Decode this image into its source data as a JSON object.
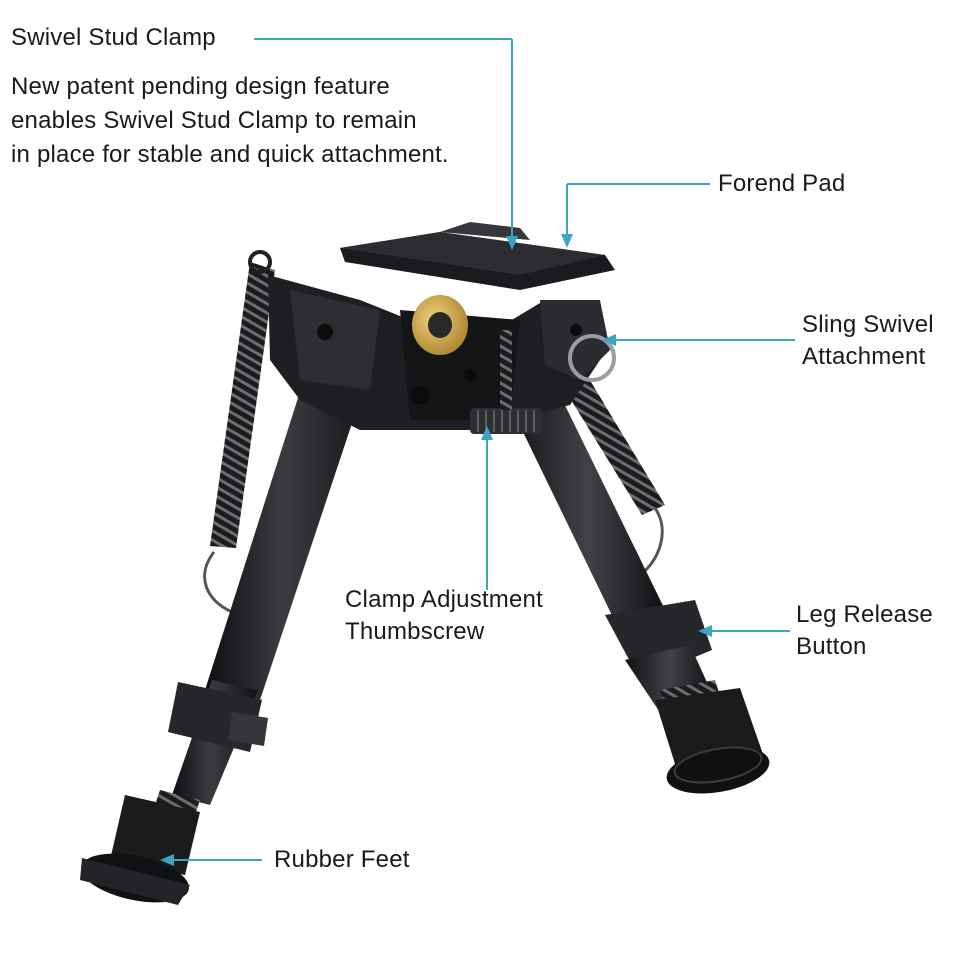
{
  "callouts": {
    "swivel_stud_clamp": {
      "title": "Swivel Stud Clamp",
      "description": [
        "New patent pending design feature",
        "enables Swivel Stud Clamp to remain",
        "in place for stable and quick attachment."
      ]
    },
    "forend_pad": {
      "lines": [
        "Forend Pad"
      ]
    },
    "sling_swivel_attachment": {
      "lines": [
        "Sling Swivel",
        "Attachment"
      ]
    },
    "clamp_adjustment_thumbscrew": {
      "lines": [
        "Clamp Adjustment",
        "Thumbscrew"
      ]
    },
    "leg_release_button": {
      "lines": [
        "Leg Release",
        "Button"
      ]
    },
    "rubber_feet": {
      "lines": [
        "Rubber Feet"
      ]
    }
  },
  "colors": {
    "leader": "#3aa6c4",
    "metal": "#1b1c1e",
    "metal_highlight": "#3a3c40",
    "brass": "#c8a24a"
  }
}
